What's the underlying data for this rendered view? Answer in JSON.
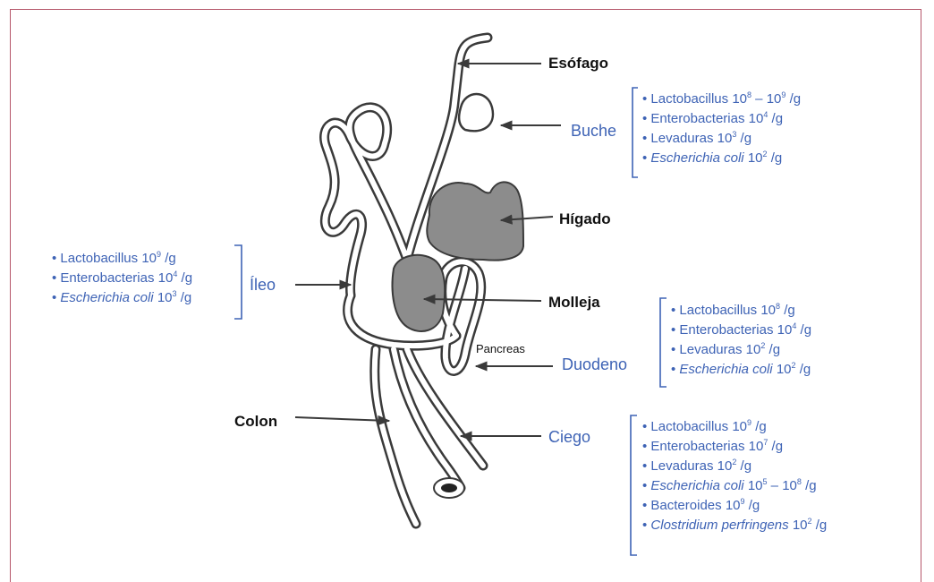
{
  "colors": {
    "frame": "#b5566a",
    "organ_label_blue": "#3e63b5",
    "organ_fill": "#8c8c8c",
    "outline": "#3a3a3a"
  },
  "labels": {
    "esofago": "Esófago",
    "buche": "Buche",
    "higado": "Hígado",
    "ileo": "Íleo",
    "molleja": "Molleja",
    "pancreas": "Pancreas",
    "duodeno": "Duodeno",
    "colon": "Colon",
    "ciego": "Ciego"
  },
  "buche_list": [
    {
      "name": "Lactobacillus",
      "italic": false,
      "value": "10",
      "exp": "8",
      "value2": "10",
      "exp2": "9",
      "unit": "/g"
    },
    {
      "name": "Enterobacterias",
      "italic": false,
      "value": "10",
      "exp": "4",
      "unit": "/g"
    },
    {
      "name": "Levaduras",
      "italic": false,
      "value": "10",
      "exp": "3",
      "unit": "/g"
    },
    {
      "name": "Escherichia coli",
      "italic": true,
      "value": "10",
      "exp": "2",
      "unit": "/g"
    }
  ],
  "ileo_list": [
    {
      "name": "Lactobacillus",
      "italic": false,
      "value": "10",
      "exp": "9",
      "unit": "/g"
    },
    {
      "name": "Enterobacterias",
      "italic": false,
      "value": "10",
      "exp": "4",
      "unit": "/g"
    },
    {
      "name": "Escherichia coli",
      "italic": true,
      "value": "10",
      "exp": "3",
      "unit": "/g"
    }
  ],
  "duodeno_list": [
    {
      "name": "Lactobacillus",
      "italic": false,
      "value": "10",
      "exp": "8",
      "unit": "/g"
    },
    {
      "name": "Enterobacterias",
      "italic": false,
      "value": "10",
      "exp": "4",
      "unit": "/g"
    },
    {
      "name": "Levaduras",
      "italic": false,
      "value": "10",
      "exp": "2",
      "unit": "/g"
    },
    {
      "name": "Escherichia coli",
      "italic": true,
      "value": "10",
      "exp": "2",
      "unit": "/g"
    }
  ],
  "ciego_list": [
    {
      "name": "Lactobacillus",
      "italic": false,
      "value": "10",
      "exp": "9",
      "unit": "/g"
    },
    {
      "name": "Enterobacterias",
      "italic": false,
      "value": "10",
      "exp": "7",
      "unit": "/g"
    },
    {
      "name": "Levaduras",
      "italic": false,
      "value": "10",
      "exp": "2",
      "unit": "/g"
    },
    {
      "name": "Escherichia coli",
      "italic": true,
      "value": "10",
      "exp": "5",
      "value2": "10",
      "exp2": "8",
      "unit": "/g"
    },
    {
      "name": "Bacteroides",
      "italic": false,
      "value": "10",
      "exp": "9",
      "unit": "/g"
    },
    {
      "name": "Clostridium perfringens",
      "italic": true,
      "value": "10",
      "exp": "2",
      "unit": "/g"
    }
  ]
}
